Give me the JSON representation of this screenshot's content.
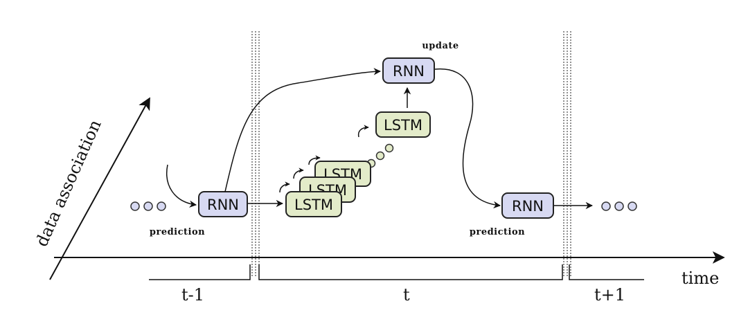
{
  "nodes": {
    "rnn_prediction_left": "RNN",
    "rnn_update": "RNN",
    "rnn_prediction_right": "RNN",
    "lstm_top": "LSTM",
    "lstm_stack_back": "LSTM",
    "lstm_stack_mid": "LSTM",
    "lstm_stack_front": "LSTM"
  },
  "labels": {
    "prediction_left": "prediction",
    "prediction_right": "prediction",
    "update": "update"
  },
  "axes": {
    "x_label": "time",
    "y_label": "data association"
  },
  "time_steps": [
    "t-1",
    "t",
    "t+1"
  ],
  "colors": {
    "rnn_fill": "#d7d9f2",
    "lstm_fill": "#e3ebc9"
  }
}
